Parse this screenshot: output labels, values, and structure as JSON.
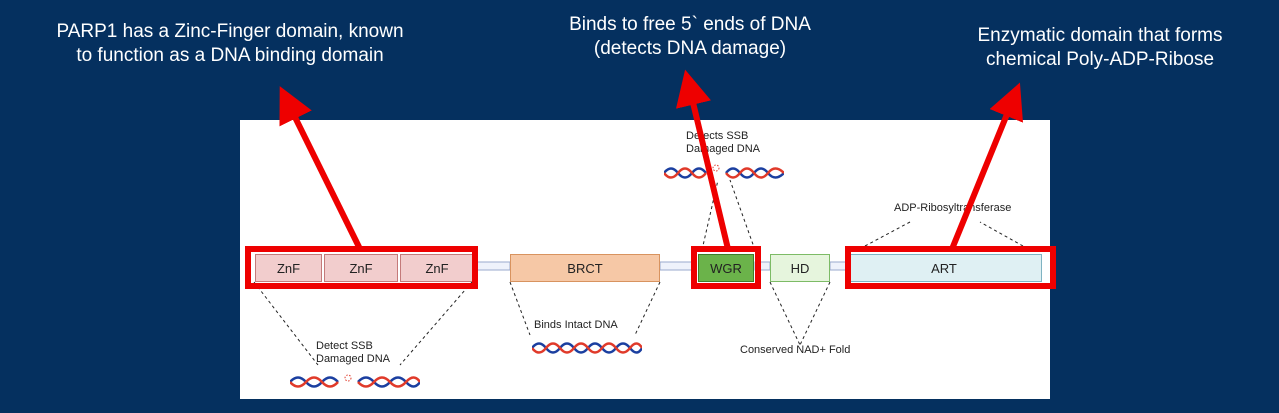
{
  "callouts": {
    "zinc_finger": [
      "PARP1 has a Zinc-Finger domain, known",
      "to function as a DNA binding domain"
    ],
    "wgr": [
      "Binds to free 5` ends of DNA",
      "(detects DNA damage)"
    ],
    "art": [
      "Enzymatic domain that forms",
      "chemical Poly-ADP-Ribose"
    ]
  },
  "domains": {
    "znf": [
      "ZnF",
      "ZnF",
      "ZnF"
    ],
    "brct": "BRCT",
    "wgr": "WGR",
    "hd": "HD",
    "art": "ART"
  },
  "labels": {
    "znf_dna": [
      "Detect SSB",
      "Damaged DNA"
    ],
    "brct_dna": "Binds Intact DNA",
    "wgr_dna": [
      "Detects SSB",
      "Damaged DNA"
    ],
    "hd_fold": "Conserved NAD+ Fold",
    "art_func": "ADP-Ribosyltransferase"
  },
  "colors": {
    "background": "#05305f",
    "highlight": "#ee0000",
    "znf_fill": "#f2cdcd",
    "brct_fill": "#f6c8a6",
    "wgr_fill": "#6bb34a",
    "hd_fill": "#e6f5dd",
    "art_fill": "#dff0f3",
    "dna_blue": "#1b3fa0",
    "dna_red": "#e03a2a"
  },
  "icons": [
    "dna-helix-icon",
    "damaged-dna-helix-icon"
  ]
}
